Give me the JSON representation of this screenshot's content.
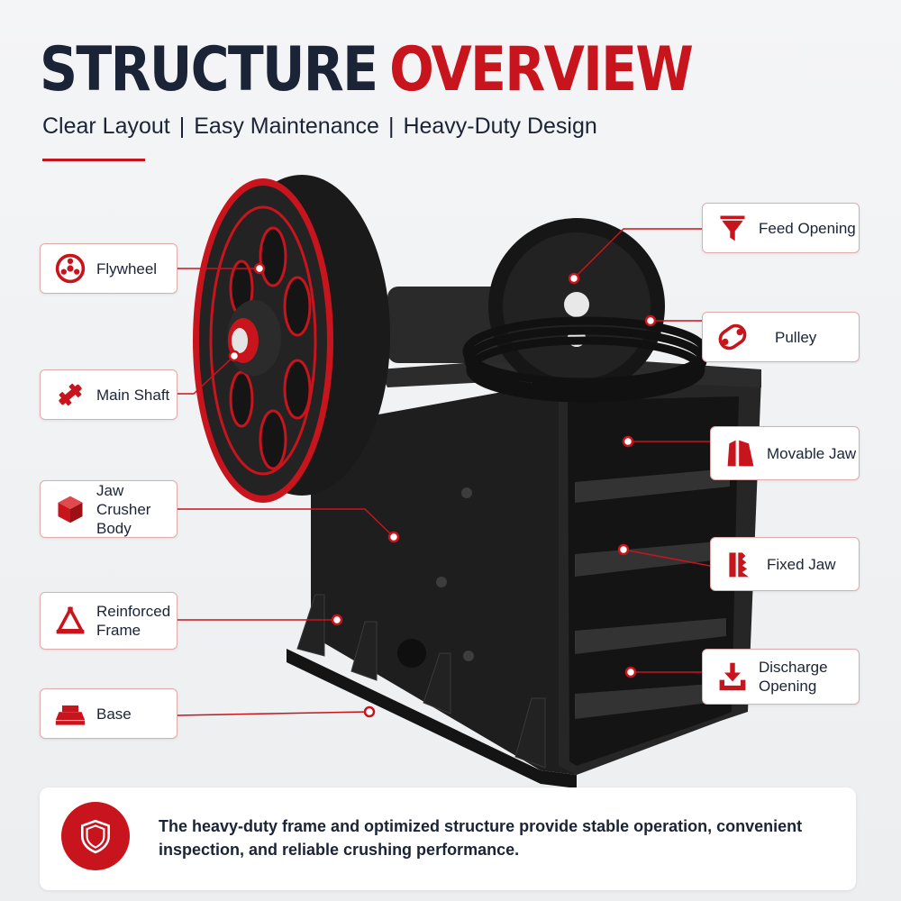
{
  "header": {
    "title_part1": "STRUCTURE",
    "title_part2": "OVERVIEW",
    "subtitle_items": [
      "Clear Layout",
      "Easy Maintenance",
      "Heavy-Duty Design"
    ],
    "separator": "|"
  },
  "callouts_left": [
    {
      "label": "Flywheel",
      "icon": "flywheel-icon"
    },
    {
      "label": "Main Shaft",
      "icon": "main-shaft-icon"
    },
    {
      "label": "Jaw Crusher\nBody",
      "icon": "cube-icon"
    },
    {
      "label": "Reinforced\nFrame",
      "icon": "frame-icon"
    },
    {
      "label": "Base",
      "icon": "base-icon"
    }
  ],
  "callouts_right": [
    {
      "label": "Feed Opening",
      "icon": "funnel-icon"
    },
    {
      "label": "Pulley",
      "icon": "pulley-icon"
    },
    {
      "label": "Movable Jaw",
      "icon": "movable-jaw-icon"
    },
    {
      "label": "Fixed Jaw",
      "icon": "fixed-jaw-icon"
    },
    {
      "label": "Discharge\nOpening",
      "icon": "discharge-icon"
    }
  ],
  "footer": {
    "text": "The heavy-duty frame and optimized structure provide stable operation, convenient inspection, and reliable crushing performance.",
    "icon": "shield-icon"
  },
  "colors": {
    "accent": "#c8141c",
    "dark": "#1b2436",
    "machine": "#1c1c1c",
    "background": "#f0f1f2"
  }
}
